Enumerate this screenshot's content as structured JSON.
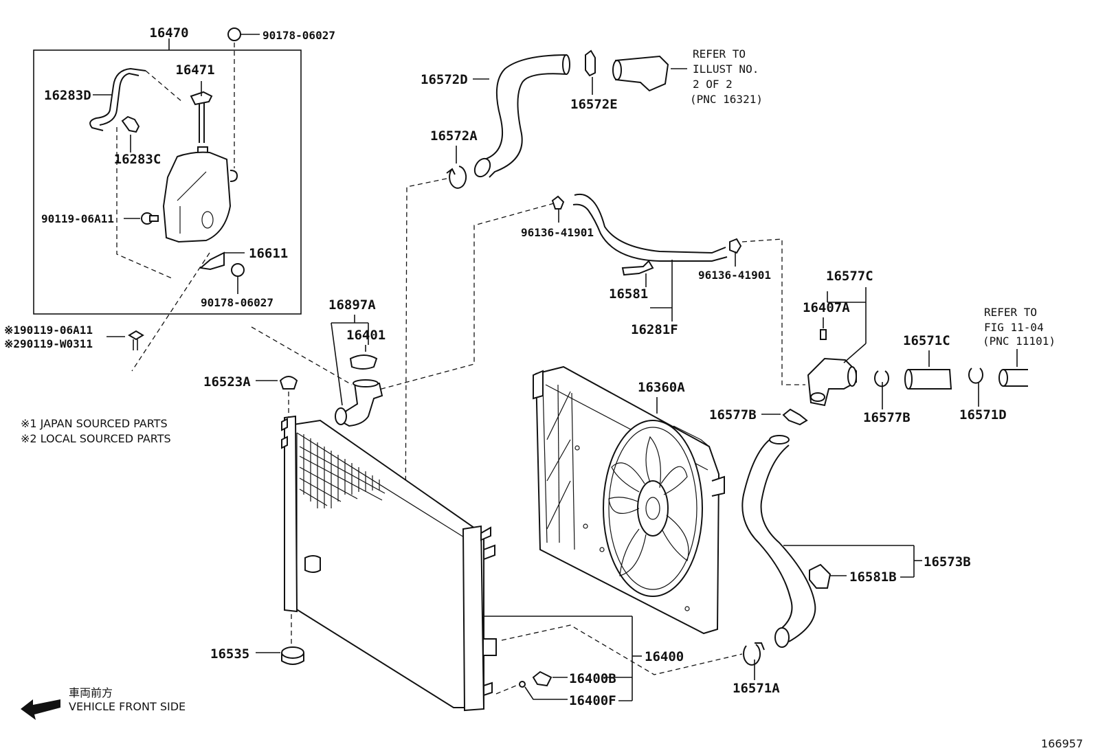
{
  "labels": {
    "p16470": "16470",
    "p90178_06027_top": "90178-06027",
    "p16471": "16471",
    "p16283D": "16283D",
    "p16283C": "16283C",
    "p90119_06A11": "90119-06A11",
    "p16611": "16611",
    "p90178_06027_bot": "90178-06027",
    "p16572D": "16572D",
    "p16572E": "16572E",
    "p16572A": "16572A",
    "p96136_41901_a": "96136-41901",
    "p96136_41901_b": "96136-41901",
    "p16581": "16581",
    "p16281F": "16281F",
    "p16577C": "16577C",
    "p16407A": "16407A",
    "p16571C": "16571C",
    "p16577B_a": "16577B",
    "p16577B_b": "16577B",
    "p16571D": "16571D",
    "p16897A": "16897A",
    "p16401": "16401",
    "p16523A": "16523A",
    "p16360A": "16360A",
    "p16573B": "16573B",
    "p16581B": "16581B",
    "p16535": "16535",
    "p16400": "16400",
    "p16400B": "16400B",
    "p16400F": "16400F",
    "p16571A": "16571A"
  },
  "refs": {
    "illust_line1": "REFER TO",
    "illust_line2": "ILLUST NO.",
    "illust_line3": "2 OF 2",
    "illust_line4": "(PNC 16321)",
    "fig_line1": "REFER TO",
    "fig_line2": "FIG 11-04",
    "fig_line3": "(PNC 11101)"
  },
  "notes": {
    "alt1": "※190119-06A11",
    "alt2": "※290119-W0311",
    "japan": "※1 JAPAN SOURCED PARTS",
    "local": "※2 LOCAL SOURCED PARTS",
    "front_jp": "車両前方",
    "front_en": "VEHICLE FRONT SIDE",
    "diagram_id": "166957"
  }
}
